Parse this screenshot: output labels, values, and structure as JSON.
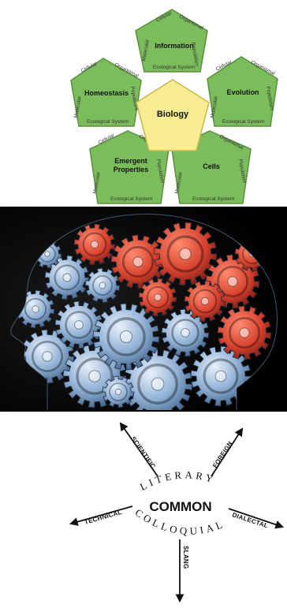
{
  "biology": {
    "center": "Biology",
    "topics": [
      {
        "id": "information",
        "label": "Information"
      },
      {
        "id": "evolution",
        "label": "Evolution"
      },
      {
        "id": "cells",
        "label": "Cells"
      },
      {
        "id": "emergent",
        "label": "Emergent Properties",
        "lines": [
          "Emergent",
          "Properties"
        ]
      },
      {
        "id": "homeostasis",
        "label": "Homeostasis"
      }
    ],
    "levels": {
      "cellular": "Cellular",
      "organismal": "Organismal",
      "population": "Population",
      "ecological": "Ecological System",
      "molecular": "Molecular"
    },
    "colors": {
      "pentagon": "#7cbd5b",
      "pentagon_border": "#5a8f3f",
      "center": "#f6ec92",
      "center_border": "#c7b94a"
    }
  },
  "gears_image": {
    "icon": "gears-head-icon",
    "colors": {
      "red": "#d7422e",
      "blue": "#8fb0d4",
      "background": "#000000"
    }
  },
  "language": {
    "center": "COMMON",
    "arc_top": "LITERARY",
    "arc_bottom": "COLLOQUIAL",
    "spokes": {
      "scientific": "SCIENTIFIC",
      "foreign": "FOREIGN",
      "technical": "TECHNICAL",
      "dialectal": "DIALECTAL",
      "slang": "SLANG"
    }
  }
}
